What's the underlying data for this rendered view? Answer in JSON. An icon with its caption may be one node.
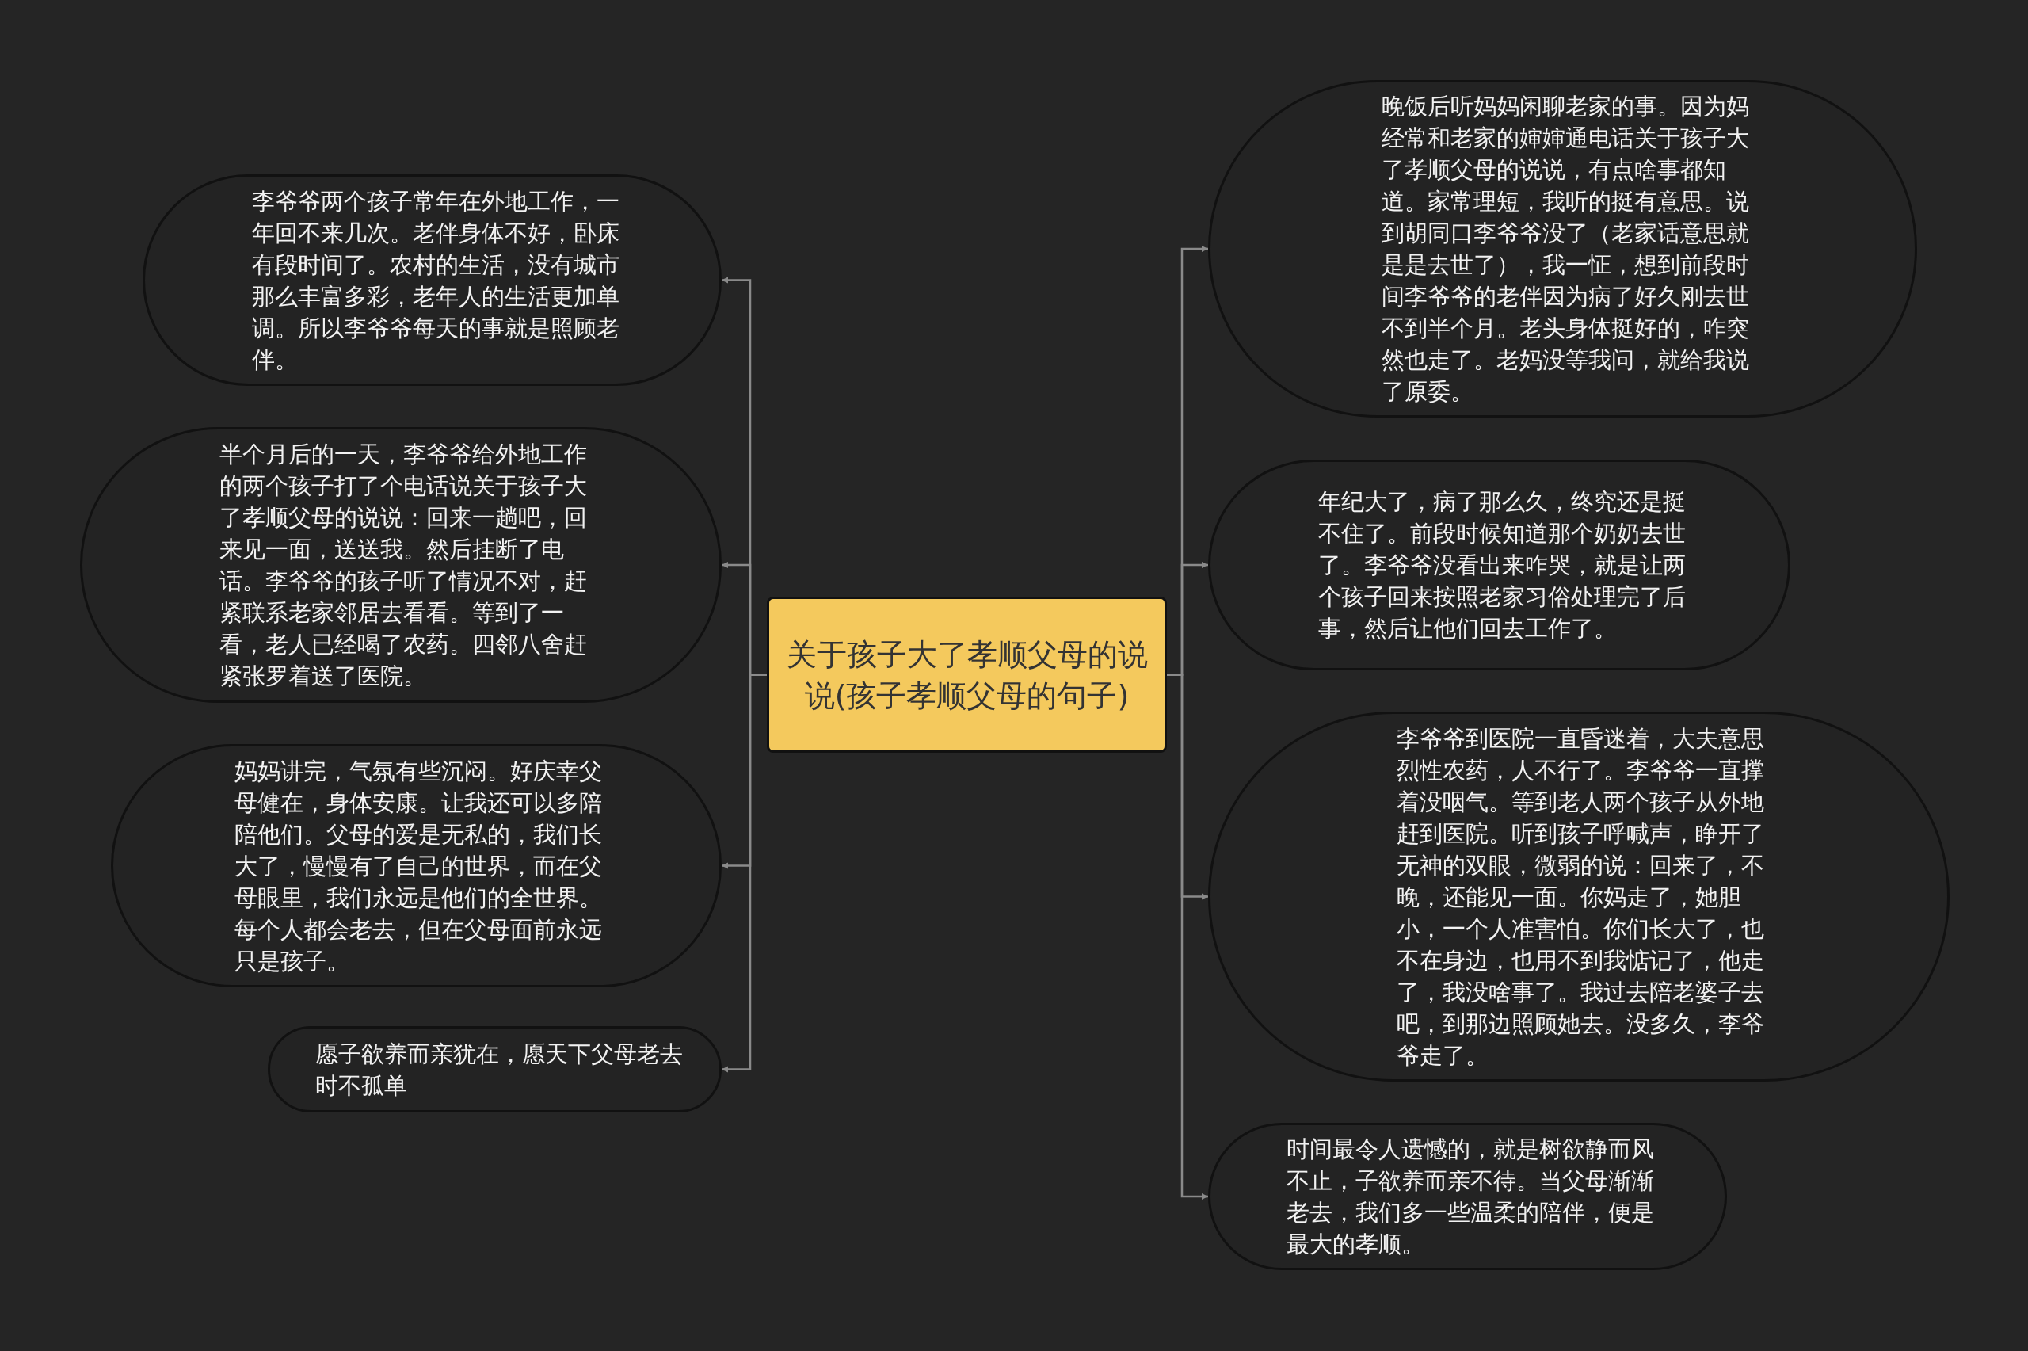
{
  "diagram": {
    "nodes": [
      {
        "text": [
          "关于孩子大了孝顺父母的说说(孩子孝顺父母的句子)"
        ]
      },
      {
        "text": [
          "李爷爷两个孩子常年在外地工作，一年回不来几次。老伴身体不好，卧床有段时间了。农村的生活，没有城市那么丰富多彩，老年人的生活更加单调。所以李爷爷每天的事就是照顾老伴。"
        ]
      },
      {
        "text": [
          "半个月后的一天，李爷爷给外地工作的两个孩子打了个电话说关于孩子大了孝顺父母的说说：回来一趟吧，回来见一面，送送我。然后挂断了电话。李爷爷的孩子听了情况不对，赶紧联系老家邻居去看看。等到了一看，老人已经喝了农药。四邻八舍赶紧张罗着送了医院。"
        ]
      },
      {
        "text": [
          "妈妈讲完，气氛有些沉闷。好庆幸父母健在，身体安康。让我还可以多陪陪他们。父母的爱是无私的，我们长大了，慢慢有了自己的世界，而在父母眼里，我们永远是他们的全世界。每个人都会老去，但在父母面前永远只是孩子。"
        ]
      },
      {
        "text": [
          "愿子欲养而亲犹在，愿天下父母老去时不孤单"
        ]
      },
      {
        "text": [
          "晚饭后听妈妈闲聊老家的事。因为妈经常和老家的婶婶通电话关于孩子大了孝顺父母的说说，有点啥事都知道。家常理短，我听的挺有意思。说到胡同口李爷爷没了（老家话意思就是是去世了），我一怔，想到前段时间李爷爷的老伴因为病了好久刚去世不到半个月。老头身体挺好的，咋突然也走了。老妈没等我问，就给我说了原委。"
        ]
      },
      {
        "text": [
          "年纪大了，病了那么久，终究还是挺不住了。前段时候知道那个奶奶去世了。李爷爷没看出来咋哭，就是让两个孩子回来按照老家习俗处理完了后事，然后让他们回去工作了。"
        ]
      },
      {
        "text": [
          "李爷爷到医院一直昏迷着，大夫意思烈性农药，人不行了。李爷爷一直撑着没咽气。等到老人两个孩子从外地赶到医院。听到孩子呼喊声，睁开了无神的双眼，微弱的说：回来了，不晚，还能见一面。你妈走了，她胆小，一个人准害怕。你们长大了，也不在身边，也用不到我惦记了，他走了，我没啥事了。我过去陪老婆子去吧，到那边照顾她去。没多久，李爷爷走了。"
        ]
      },
      {
        "text": [
          "时间最令人遗憾的，就是树欲静而风不止，子欲养而亲不待。当父母渐渐老去，我们多一些温柔的陪伴，便是最大的孝顺。"
        ]
      }
    ],
    "edges": [
      {
        "from": 0,
        "to": 1,
        "arrow": "to"
      },
      {
        "from": 0,
        "to": 2,
        "arrow": "to"
      },
      {
        "from": 0,
        "to": 3,
        "arrow": "to"
      },
      {
        "from": 0,
        "to": 4,
        "arrow": "to"
      },
      {
        "from": 0,
        "to": 5,
        "arrow": "to"
      },
      {
        "from": 0,
        "to": 6,
        "arrow": "to"
      },
      {
        "from": 0,
        "to": 7,
        "arrow": "to"
      },
      {
        "from": 0,
        "to": 8,
        "arrow": "to"
      }
    ]
  }
}
